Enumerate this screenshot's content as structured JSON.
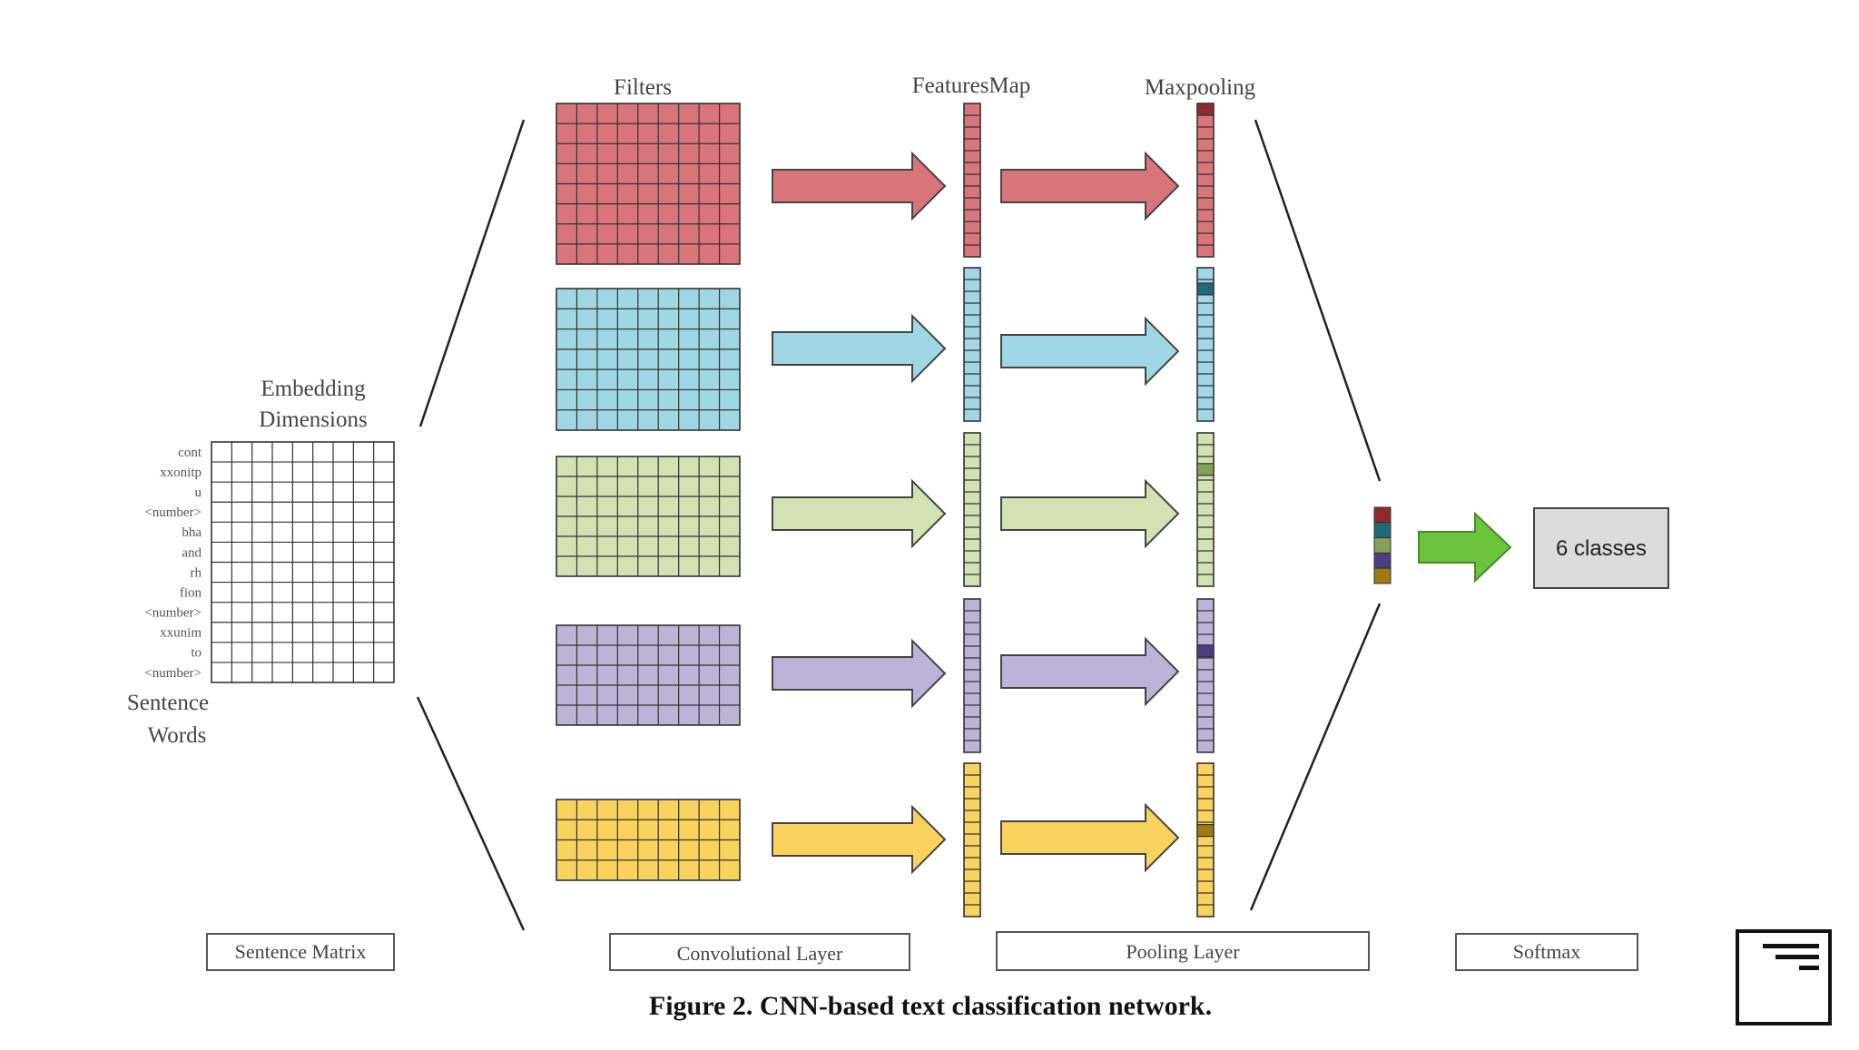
{
  "headers": {
    "filters": "Filters",
    "features_map": "FeaturesMap",
    "maxpooling": "Maxpooling",
    "embedding_line1": "Embedding",
    "embedding_line2": "Dimensions",
    "sentence_line1": "Sentence",
    "sentence_line2": "Words"
  },
  "sentence_words": [
    "cont",
    "xxonitp",
    "u",
    "<number>",
    "bha",
    "and",
    "rh",
    "fion",
    "<number>",
    "xxunim",
    "to",
    "<number>"
  ],
  "softmax_output_label": "6 classes",
  "bottom_labels": {
    "sentence_matrix": "Sentence Matrix",
    "convolutional_layer": "Convolutional Layer",
    "pooling_layer": "Pooling Layer",
    "softmax": "Softmax"
  },
  "caption": "Figure 2. CNN-based text classification network.",
  "colors": {
    "red": "#d9757a",
    "blue": "#9fd7e5",
    "green": "#d2e2b2",
    "purple": "#bcb4d6",
    "yellow": "#f9d35d",
    "pooled_red": "#8e2a2e",
    "pooled_blue": "#1e6b78",
    "pooled_green": "#86a05a",
    "pooled_purple": "#4b3d7e",
    "pooled_yellow": "#9e7a10",
    "softmax_arrow": "#6cc43e",
    "softmax_box": "#dcdcdc"
  },
  "branches": [
    {
      "color_key": "red",
      "pooled_key": "pooled_red",
      "max_index": 0
    },
    {
      "color_key": "blue",
      "pooled_key": "pooled_blue",
      "max_index": 1
    },
    {
      "color_key": "green",
      "pooled_key": "pooled_green",
      "max_index": 2
    },
    {
      "color_key": "purple",
      "pooled_key": "pooled_purple",
      "max_index": 3
    },
    {
      "color_key": "yellow",
      "pooled_key": "pooled_yellow",
      "max_index": 4
    }
  ]
}
